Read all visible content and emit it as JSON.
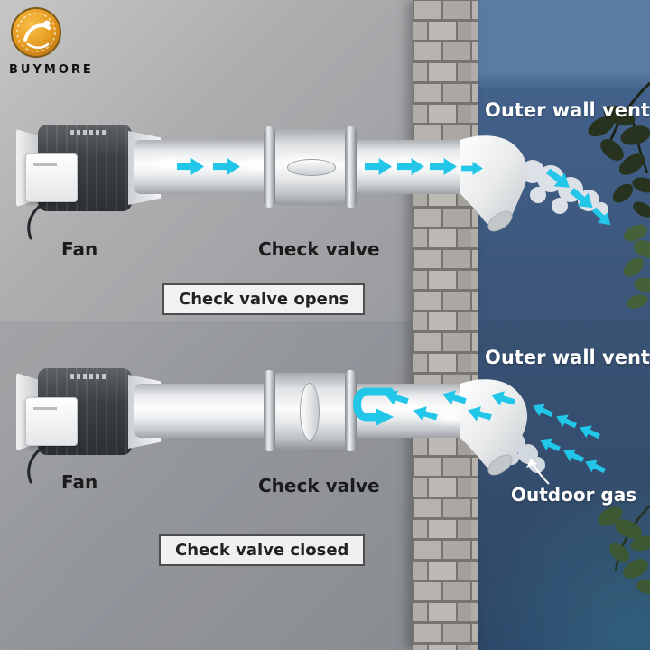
{
  "brand": {
    "name": "BUYMORE"
  },
  "sections": {
    "open": {
      "vent_label": "Outer wall vent",
      "fan_label": "Fan",
      "valve_label": "Check valve",
      "caption": "Check valve opens"
    },
    "closed": {
      "vent_label": "Outer wall vent",
      "fan_label": "Fan",
      "valve_label": "Check valve",
      "caption": "Check valve closed",
      "gas_label": "Outdoor gas"
    }
  },
  "colors": {
    "arrow_cyan": "#21c6e9",
    "wall_gray": "#a2a3a5",
    "wall_blue": "#3d577c",
    "brick": "#b0ada8",
    "caption_border": "#4e4e4e",
    "text_dark": "#1b1b1b",
    "text_light": "#ffffff"
  }
}
